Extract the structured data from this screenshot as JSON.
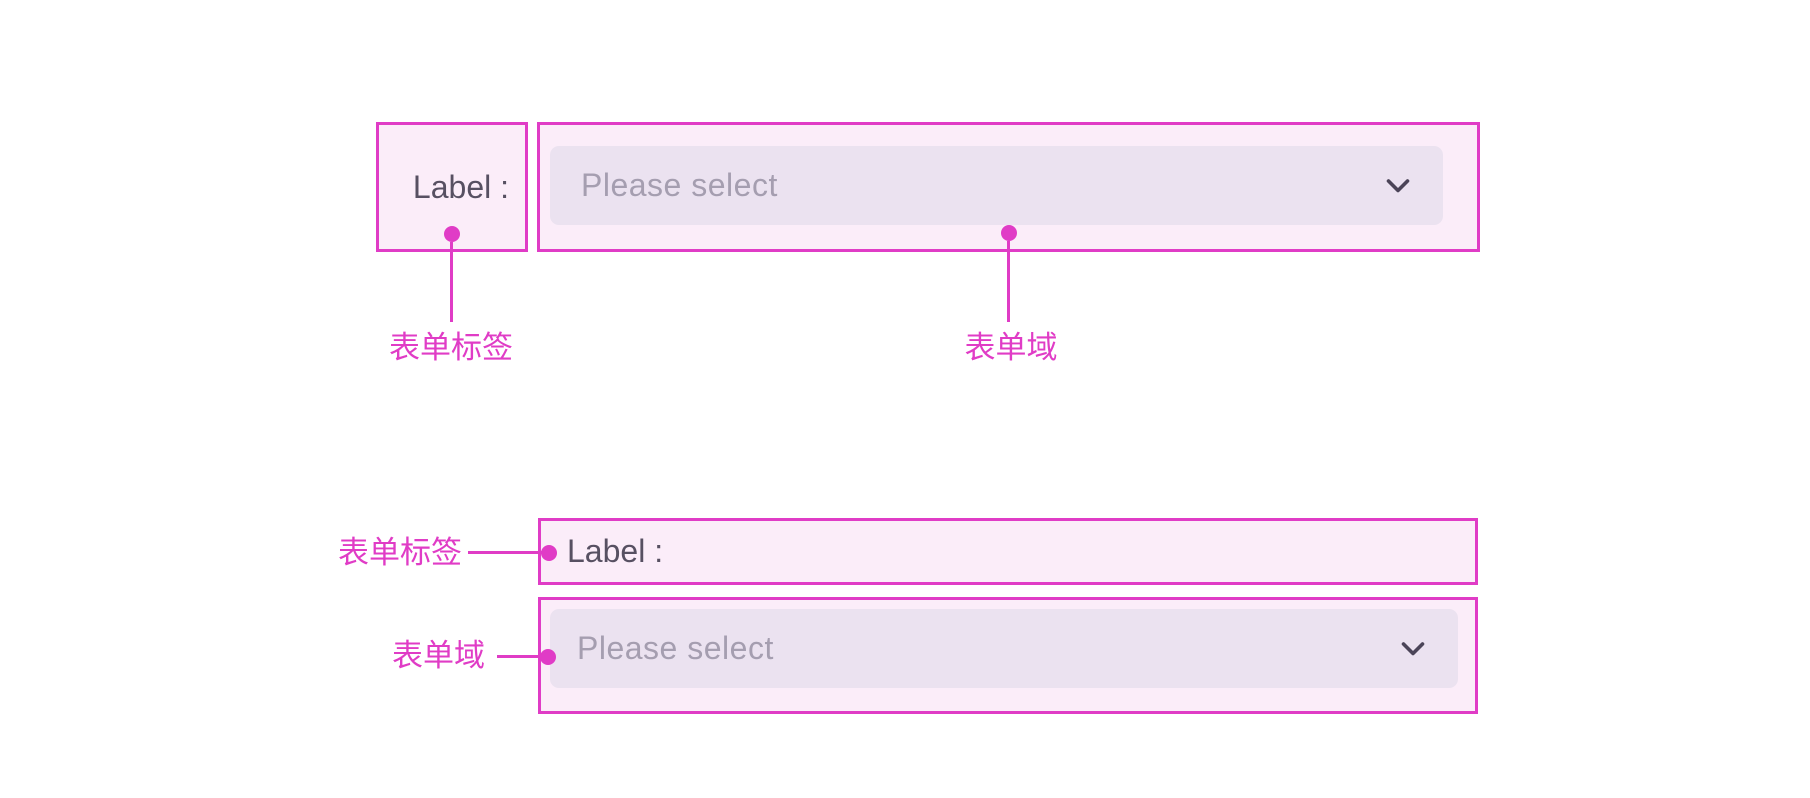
{
  "palette": {
    "accent": "#e03cc6",
    "annotation_box_fill": "#fbedf9",
    "select_fill": "#ebe2f0",
    "label_text_color": "#575062",
    "placeholder_color": "#a59eb0",
    "chevron_color": "#4b4458",
    "background": "#ffffff"
  },
  "icons": {
    "select_chevron": "chevron-down"
  },
  "horizontal_layout": {
    "label_box_text": "Label :",
    "select_placeholder": "Please select",
    "callout_label": "表单标签",
    "callout_field": "表单域"
  },
  "vertical_layout": {
    "label_box_text": "Label :",
    "select_placeholder": "Please select",
    "callout_label": "表单标签",
    "callout_field": "表单域"
  }
}
